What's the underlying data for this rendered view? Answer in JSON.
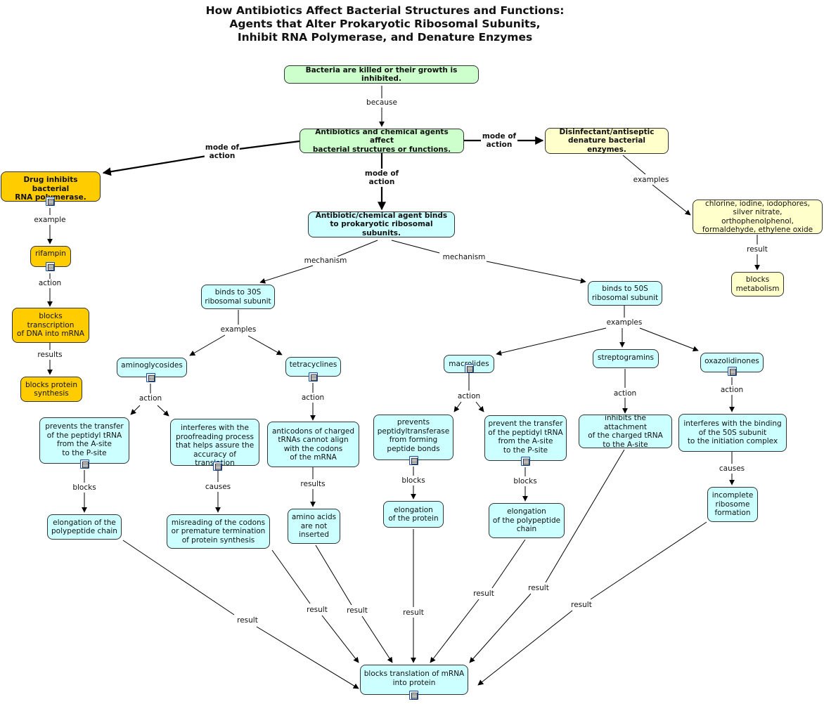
{
  "title": {
    "line1": "How Antibiotics Affect Bacterial Structures and Functions:",
    "line2": "Agents that Alter Prokaryotic Ribosomal Subunits,",
    "line3": "Inhibit RNA Polymerase, and Denature Enzymes"
  },
  "colors": {
    "green": "#ccffcc",
    "yellow": "#ffffcc",
    "orange": "#ffcc00",
    "cyan": "#ccffff",
    "line": "#000000"
  },
  "nodes": {
    "bacteria_killed": "Bacteria are killed or their growth is inhibited.",
    "antibiotics_affect": "Antibiotics and chemical agents affect\nbacterial structures or functions.",
    "disinfectant": "Disinfectant/antiseptic\ndenature bacterial enzymes.",
    "drug_inhibits": "Drug inhibits bacterial\nRNA polymerase.",
    "binds_ribosomal": "Antibiotic/chemical agent binds\nto prokaryotic ribosomal subunits.",
    "chlorine": "chlorine, iodine, iodophores,\nsilver nitrate, orthophenolphenol,\nformaldehyde, ethylene oxide",
    "blocks_metabolism": "blocks\nmetabolism",
    "rifampin": "rifampin",
    "blocks_transcription": "blocks\ntranscription\nof DNA into mRNA",
    "blocks_protein_synthesis": "blocks protein\nsynthesis",
    "binds_30s": "binds to 30S\nribosomal subunit",
    "binds_50s": "binds to 50S\nribosomal subunit",
    "aminoglycosides": "aminoglycosides",
    "tetracyclines": "tetracyclines",
    "macrolides": "macrolides",
    "streptogramins": "streptogramins",
    "oxazolidinones": "oxazolidinones",
    "prevents_transfer_a": "prevents the transfer\nof the peptidyl tRNA\nfrom the A-site\nto the P-site",
    "interferes_proofreading": "interferes with the\nproofreading process\nthat helps assure the\naccuracy of translation",
    "anticodons": "anticodons of charged\ntRNAs cannot align\nwith the codons\nof the mRNA",
    "prevents_peptidyltransferase": "prevents\npeptidyltransferase\nfrom forming\npeptide bonds",
    "prevent_transfer_b": "prevent the transfer\nof the peptidyl tRNA\nfrom the A-site\nto the P-site",
    "inhibits_attachment": "inhibits the attachment\nof the charged tRNA\nto the A-site",
    "interferes_binding": "interferes with the binding\nof the 50S subunit\nto the initiation complex",
    "elongation_polypeptide_a": "elongation of the\npolypeptide chain",
    "misreading": "misreading of the codons\nor premature termination\nof protein synthesis",
    "amino_acids": "amino acids\nare not\ninserted",
    "elongation_protein": "elongation\nof the protein",
    "elongation_polypeptide_b": "elongation\nof the polypeptide\nchain",
    "incomplete_ribosome": "incomplete\nribosome\nformation",
    "blocks_translation": "blocks translation of mRNA\ninto protein"
  },
  "links": {
    "because": "because",
    "mode_of_action": "mode of\naction",
    "examples": "examples",
    "example": "example",
    "action": "action",
    "results": "results",
    "result": "result",
    "mechanism": "mechanism",
    "blocks": "blocks",
    "causes": "causes"
  }
}
